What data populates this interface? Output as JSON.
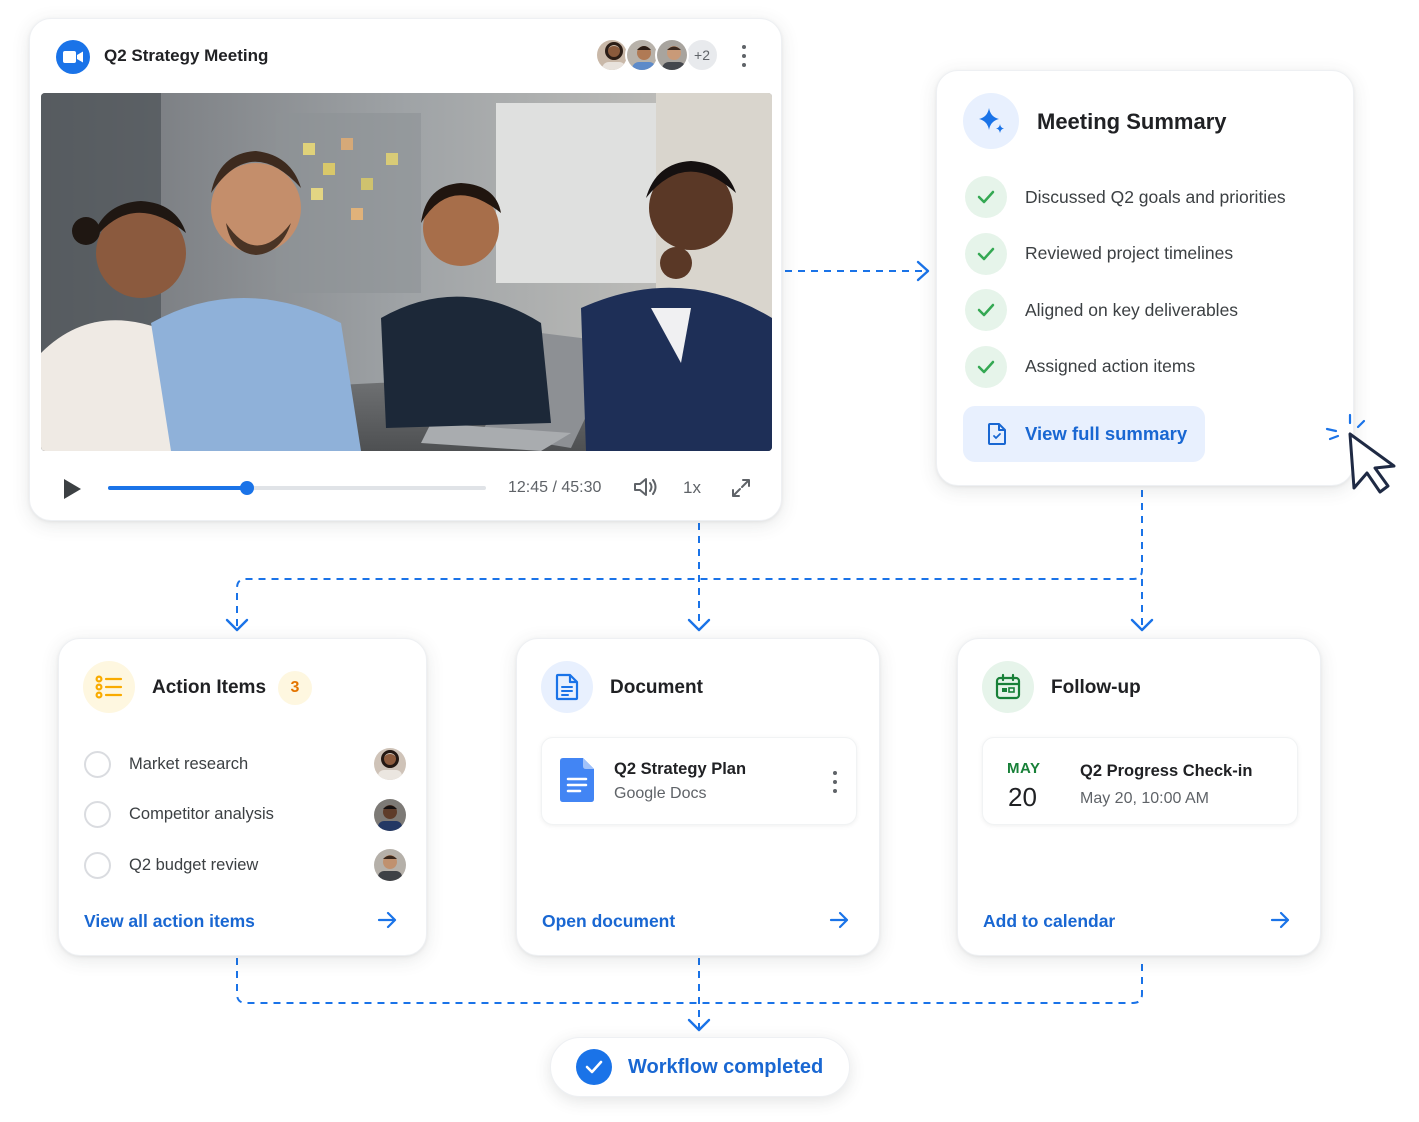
{
  "meeting": {
    "title": "Q2 Strategy Meeting",
    "extra_participants": "+2",
    "time": "12:45 / 45:30",
    "progress_fraction": 0.367,
    "speed": "1x"
  },
  "summary": {
    "title": "Meeting Summary",
    "items": [
      "Discussed Q2 goals and priorities",
      "Reviewed project timelines",
      "Aligned on key deliverables",
      "Assigned action items"
    ],
    "button_label": "View full summary"
  },
  "action_items": {
    "title": "Action Items",
    "count": "3",
    "items": [
      "Market research",
      "Competitor analysis",
      "Q2 budget review"
    ],
    "link": "View all action items"
  },
  "document": {
    "title": "Document",
    "file_name": "Q2 Strategy Plan",
    "file_app": "Google Docs",
    "link": "Open document"
  },
  "follow_up": {
    "title": "Follow-up",
    "month": "MAY",
    "day": "20",
    "event_name": "Q2 Progress Check-in",
    "event_when": "May 20, 10:00 AM",
    "link": "Add to calendar"
  },
  "workflow": {
    "label": "Workflow completed"
  },
  "colors": {
    "accent_blue": "#1a73e8",
    "link_blue": "#1967d2",
    "success_green": "#34a853",
    "amber": "#f9ab00"
  }
}
